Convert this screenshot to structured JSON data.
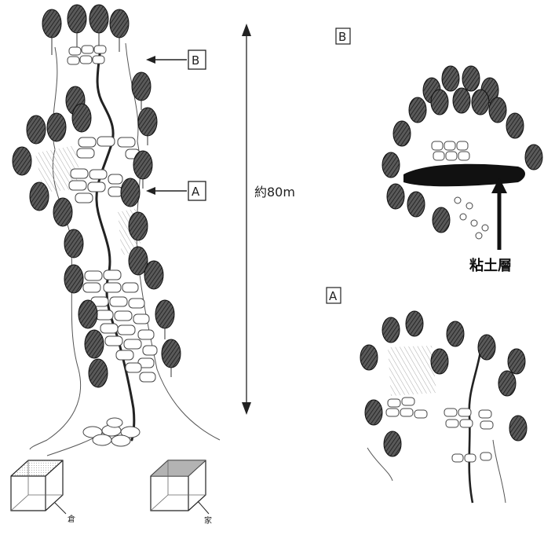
{
  "main_map": {
    "arrow_b_label": "B",
    "arrow_a_label": "A",
    "length_label": "約80m"
  },
  "inset_b": {
    "label": "B",
    "clay_layer_label": "粘土層"
  },
  "inset_a": {
    "label": "A"
  },
  "legend": {
    "storehouse_label": "倉",
    "house_label": "家"
  },
  "colors": {
    "ink": "#222222",
    "tree_fill": "#3a3a3a",
    "hatch": "#9a9a9a"
  }
}
